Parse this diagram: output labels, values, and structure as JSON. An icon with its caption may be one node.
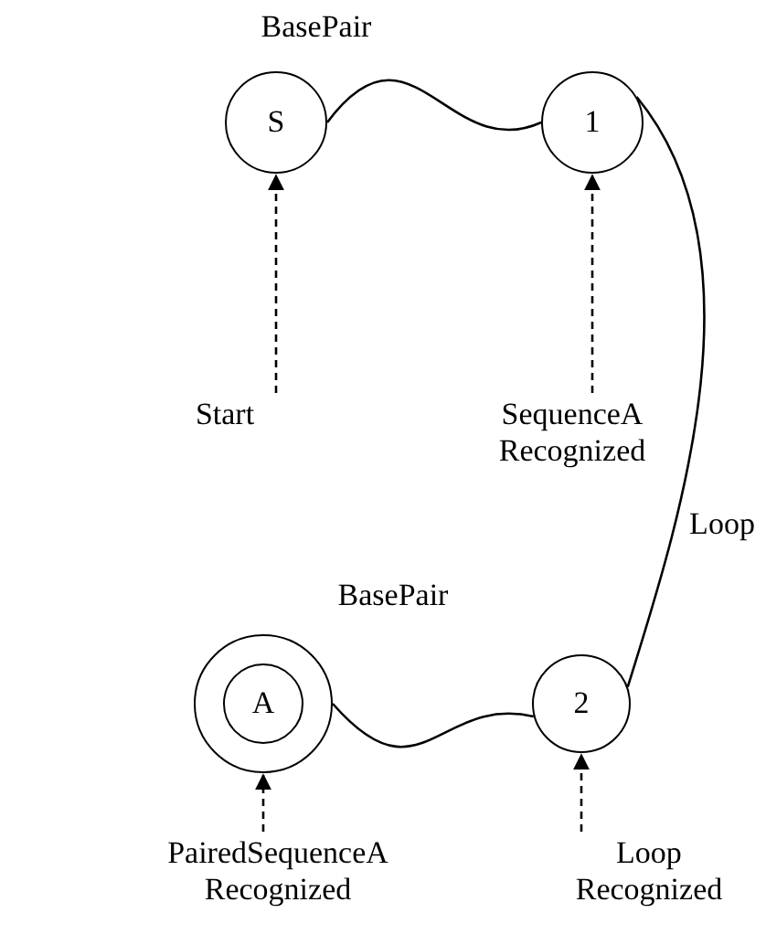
{
  "diagram": {
    "nodes": [
      {
        "text": [
          "S"
        ]
      },
      {
        "text": [
          "1"
        ]
      },
      {
        "text": [
          "A"
        ]
      },
      {
        "text": [
          "2"
        ]
      },
      {
        "text": [
          "Start"
        ]
      },
      {
        "text": [
          "SequenceA Recognized"
        ]
      },
      {
        "text": [
          "PairedSequenceA Recognized"
        ]
      },
      {
        "text": [
          "Loop Recognized"
        ]
      }
    ],
    "edges": [
      {
        "from": 0,
        "to": 1,
        "arrow": "none",
        "label": "BasePair"
      },
      {
        "from": 1,
        "to": 3,
        "arrow": "none",
        "label": "Loop"
      },
      {
        "from": 2,
        "to": 3,
        "arrow": "none",
        "label": "BasePair"
      },
      {
        "from": 4,
        "to": 0,
        "arrow": "to",
        "style": "dashed"
      },
      {
        "from": 5,
        "to": 1,
        "arrow": "to",
        "style": "dashed"
      },
      {
        "from": 6,
        "to": 2,
        "arrow": "to",
        "style": "dashed"
      },
      {
        "from": 7,
        "to": 3,
        "arrow": "to",
        "style": "dashed"
      }
    ]
  }
}
